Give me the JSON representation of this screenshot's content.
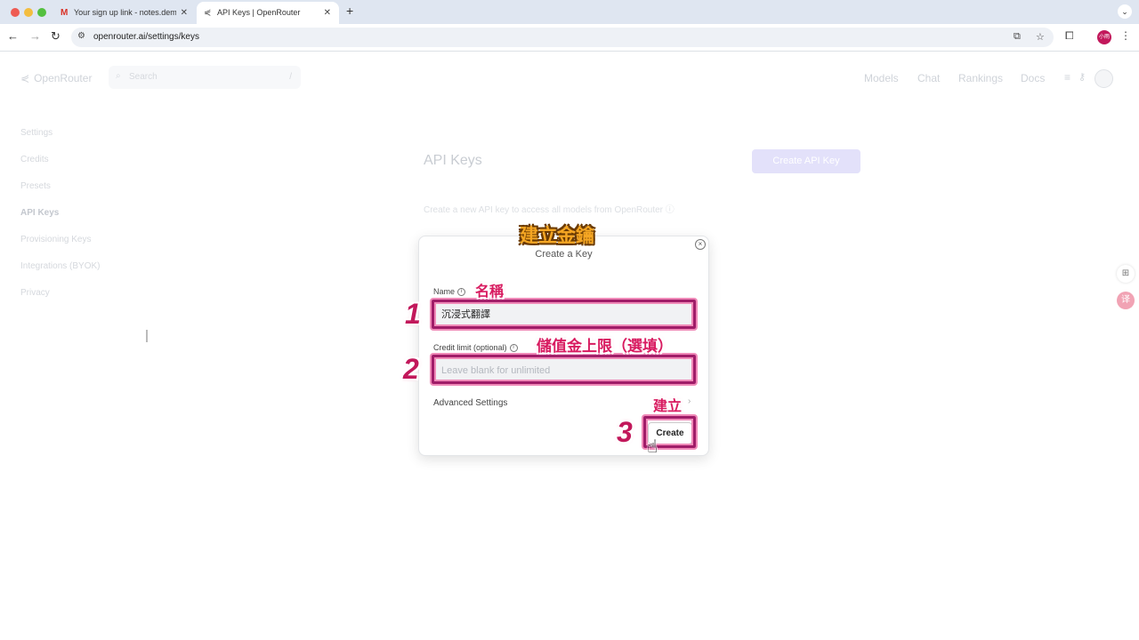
{
  "browser": {
    "tabs": [
      {
        "favicon": "gmail-icon",
        "title": "Your sign up link - notes.dem"
      },
      {
        "favicon": "openrouter-icon",
        "title": "API Keys | OpenRouter"
      }
    ],
    "url": "openrouter.ai/settings/keys",
    "profile_initials": "小雨"
  },
  "header": {
    "logo": "OpenRouter",
    "search_placeholder": "Search",
    "search_shortcut": "/",
    "nav": [
      "Models",
      "Chat",
      "Rankings",
      "Docs"
    ]
  },
  "sidebar": {
    "items": [
      {
        "label": "Settings"
      },
      {
        "label": "Credits"
      },
      {
        "label": "Presets"
      },
      {
        "label": "API Keys",
        "active": true
      },
      {
        "label": "Provisioning Keys"
      },
      {
        "label": "Integrations (BYOK)"
      },
      {
        "label": "Privacy"
      }
    ]
  },
  "main": {
    "title": "API Keys",
    "create_button": "Create API Key",
    "description": "Create a new API key to access all models from OpenRouter ⓘ"
  },
  "modal": {
    "title": "Create a Key",
    "name_label": "Name",
    "name_value": "沉浸式翻譯",
    "credit_label": "Credit limit (optional)",
    "credit_placeholder": "Leave blank for unlimited",
    "advanced_label": "Advanced Settings",
    "create_label": "Create"
  },
  "annotations": {
    "title": "建立金鑰",
    "name": "名稱",
    "credit": "儲值金上限（選填）",
    "create": "建立",
    "step1": "1",
    "step2": "2",
    "step3": "3",
    "highlight_color": "#a01c68",
    "title_color": "#f5a623"
  },
  "colors": {
    "accent_button": "#e3e1fa",
    "tab_bar": "#dfe6f1"
  }
}
